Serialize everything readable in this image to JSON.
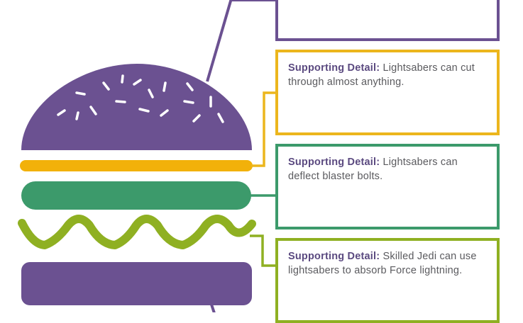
{
  "colors": {
    "bun": "#6b5191",
    "sprinkle": "#ffffff",
    "cheese": "#f2b10a",
    "patty": "#3c9a6b",
    "lettuce": "#8fb022",
    "text": "#5a5a5e",
    "label": "#5b4a80"
  },
  "diagram": {
    "type": "hamburger-paragraph-organizer",
    "layers": [
      {
        "name": "top-bun",
        "color": "#6b5191"
      },
      {
        "name": "cheese",
        "color": "#f2b10a"
      },
      {
        "name": "patty",
        "color": "#3c9a6b"
      },
      {
        "name": "lettuce",
        "color": "#8fb022"
      },
      {
        "name": "bottom-bun",
        "color": "#6b5191"
      }
    ]
  },
  "boxes": {
    "main": {
      "text": ""
    },
    "details": [
      {
        "label": "Supporting Detail:",
        "text": " Lightsabers can cut through almost anything.",
        "color": "#ecb61d"
      },
      {
        "label": "Supporting Detail:",
        "text": " Lightsabers can deflect blaster bolts.",
        "color": "#3c9a6b"
      },
      {
        "label": "Supporting Detail:",
        "text": " Skilled Jedi can use lightsabers to absorb Force lightning.",
        "color": "#8fb022"
      }
    ]
  }
}
